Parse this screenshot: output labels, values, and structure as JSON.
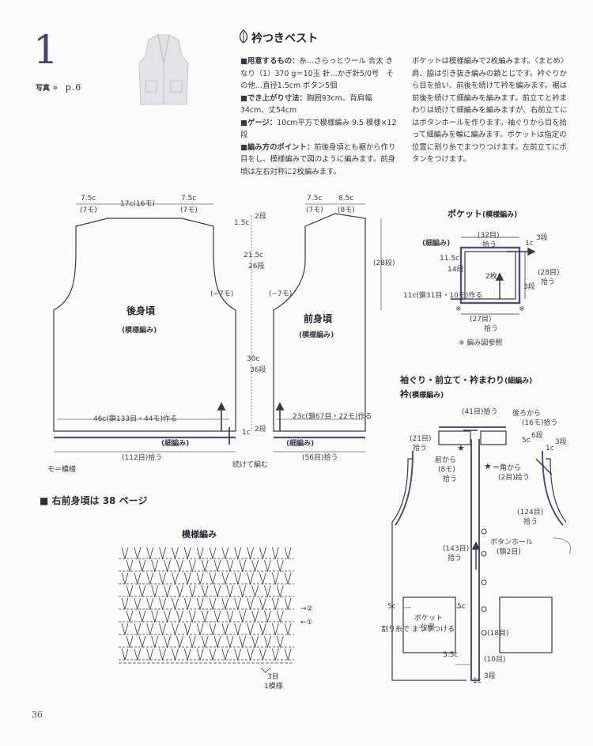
{
  "header": {
    "pattern_number": "1",
    "photo_label": "写真",
    "photo_arrow": "»",
    "photo_page": "p.6",
    "title": "衿つきベスト"
  },
  "instructions": {
    "materials_label": "用意するもの：",
    "materials_text": "糸…さらっとウール 合太 きなり（1）370 g＝10玉 針…かぎ針5/0号　その他…直径1.5cm ボタン5個",
    "size_label": "でき上がり寸法：",
    "size_text": "胸囲93cm、背肩幅34cm、丈54cm",
    "gauge_label": "ゲージ：",
    "gauge_text": "10cm平方で模様編み 9.5 模様×12段",
    "points_label": "編み方のポイント：",
    "points_text": "前後身頃とも裾から作り目をし、模様編みで図のように編みます。前身頃は左右対称に2枚編みます。",
    "right_col": "ポケットは模様編みで2枚編みます。〈まとめ〉肩、脇は引き抜き編みの鎖とじです。衿ぐりから目を拾い、前後を続けて衿を編みます。裾は前後を続けて細編みを編みます。前立てと衿まわりは続けて細編みを編みますが、右前立てにはボタンホールを作ります。袖ぐりから目を拾って細編みを輪に編みます。ポケットは指定の位置に割り糸でまつりつけます。左前立てにボタンをつけます。"
  },
  "back_body": {
    "name": "後身頃",
    "sub": "(模様編み)",
    "top_left": "7.5c",
    "top_left_sub": "(7モ)",
    "top_center": "17c(16モ)",
    "top_right": "7.5c",
    "top_right_sub": "(7モ)",
    "dec": "(−7モ)",
    "base": "46c(鎖133目・44モ)作る",
    "edge_label": "(細編み)",
    "bottom": "(112目)拾う"
  },
  "front_body": {
    "name": "前身頃",
    "sub": "(模様編み)",
    "top_left": "7.5c",
    "top_left_sub": "(7モ)",
    "top_right": "8.5c",
    "top_right_sub": "(8モ)",
    "dec": "(−7モ)",
    "base": "23c(鎖67目・22モ)作る",
    "edge_label": "(細編み)",
    "bottom": "(56目)拾う"
  },
  "vertical_dims": {
    "shoulder": "1.5c",
    "shoulder_rows": "2段",
    "armhole": "21.5c",
    "armhole_rows": "26段",
    "armhole_right": "(28段)",
    "body": "30c",
    "body_rows": "36段",
    "hem": "1c",
    "hem_rows": "2段"
  },
  "joined_label": "続けて編む",
  "legend": "モ＝模様",
  "ref_note": "右前身頃は 38 ページ",
  "stitch_chart": {
    "title": "模様編み",
    "row2": "→②",
    "row1": "←①",
    "repeat": "3目",
    "repeat_sub": "1模様"
  },
  "pocket": {
    "title": "ポケット",
    "title_sub": "(模様編み)",
    "edge": "(細編み)",
    "top": "(32目)",
    "top_sub": "拾う",
    "height": "11.5c",
    "height_rows": "14段",
    "side": "1c",
    "side_rows": "3段",
    "right": "(28目)",
    "right_sub": "拾う",
    "count": "2枚",
    "base": "11c(鎖31目・10モ)作る",
    "bottom": "(27目)",
    "bottom_sub": "拾う",
    "note": "※ 編み図参照",
    "mark": "※"
  },
  "finishing": {
    "title": "袖ぐり・前立て・衿まわり",
    "title_sub": "(細編み)",
    "collar": "衿",
    "collar_sub": "(模様編み)",
    "collar_top": "(41目)拾う",
    "from_back": "後ろから",
    "from_back_sub": "(16モ)拾う",
    "left_pick": "(21目)",
    "left_pick_sub": "拾う",
    "collar_rows": "5c",
    "collar_rows_sub": "6段",
    "right_edge": "1c",
    "right_edge_rows": "3段",
    "from_front": "前から",
    "from_front_sub": "(8モ)",
    "from_front_sub2": "拾う",
    "corner_star": "★",
    "corner_label": "＝角から",
    "corner_label_sub": "(2目)拾う",
    "armhole": "(124目)",
    "armhole_sub": "拾う",
    "buttonhole": "ボタンホール",
    "buttonhole_sub": "(鎖2目)",
    "front_edge": "(143目)",
    "front_edge_sub": "拾う",
    "pocket_pos": "ポケット",
    "pocket_pos_sub": "位置",
    "left_5c": "5c",
    "mid_5c": "5c",
    "sew_note": "割り糸で まつりつける",
    "eighteen": "(18目)",
    "ten": "(10目)",
    "three5": "3.5c",
    "bottom_1c": "1c",
    "bottom_rows": "3段"
  },
  "page_number": "36",
  "colors": {
    "accent": "#4a3f6b",
    "line": "#3c3548",
    "edge_purple": "#5a4a86"
  }
}
